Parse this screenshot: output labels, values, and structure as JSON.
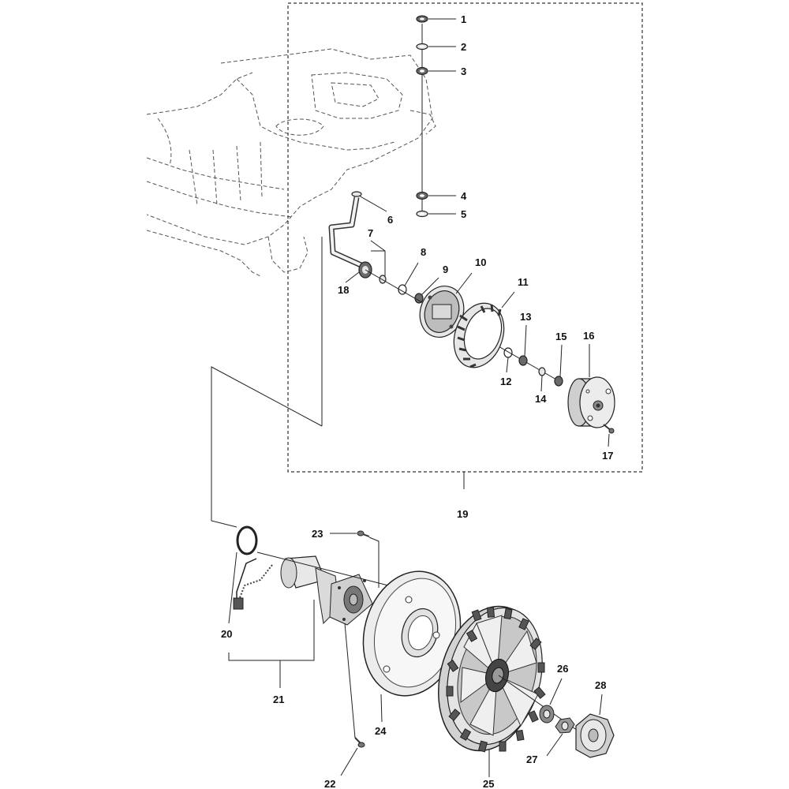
{
  "callouts": {
    "c1": "1",
    "c2": "2",
    "c3": "3",
    "c4": "4",
    "c5": "5",
    "c6": "6",
    "c7": "7",
    "c8": "8",
    "c9": "9",
    "c10": "10",
    "c11": "11",
    "c12": "12",
    "c13": "13",
    "c14": "14",
    "c15": "15",
    "c16": "16",
    "c17": "17",
    "c18": "18",
    "c19": "19",
    "c20": "20",
    "c21": "21",
    "c22": "22",
    "c23": "23",
    "c24": "24",
    "c25": "25",
    "c26": "26",
    "c27": "27",
    "c28": "28"
  },
  "colors": {
    "ink": "#111111",
    "part_fill": "#e6e6e6",
    "part_dark": "#6a6a6a"
  }
}
